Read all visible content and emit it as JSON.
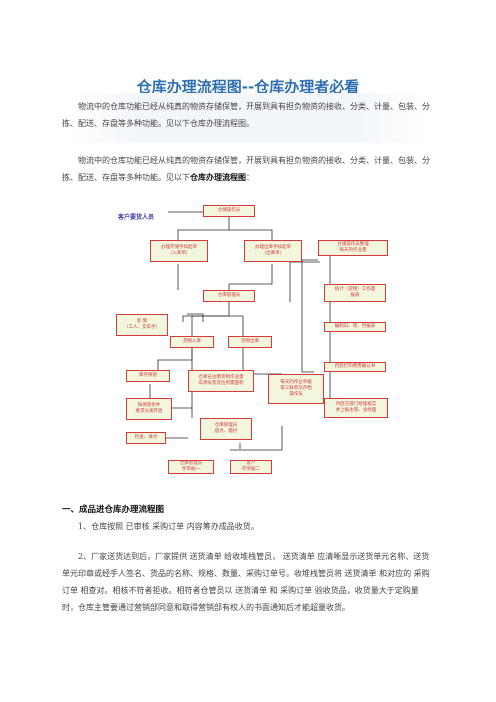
{
  "title": "仓库办理流程图--仓库办理者必看",
  "intro": "物流中的仓库功能已经从纯真的物资存储保管，开展到具有担负物资的接收、分类、计量、包装、分拣、配送、存盘等多种功能。见以下仓库办理流程图。",
  "para_text": "物流中的仓库功能已经从纯真的物资存储保管，开展到具有担负物资的接收、分类、计量、包装、分拣、配送、存盘等多种功能。见以下",
  "para_bold": "仓库办理流程图",
  "para_end": "：",
  "flowchart": {
    "customer_label": "客户要货人员",
    "boxes": {
      "ops_staff": "仓储操作员",
      "inbound_form": "办理存储手续起单\n（入库单）",
      "outbound_form": "办理出库手续起单\n（出库单）",
      "warehouse_keeper": "仓库管理员",
      "unload": "装 卸\n（工人、叉车手）",
      "goods_in": "货物入库",
      "goods_out": "货物出库",
      "storage": "库存保管",
      "assign_loc": "仓库员注明货物作业量\n车牌号及货位所需面积",
      "provide_storage": "按保管条件\n要求分类存放",
      "keeper_check": "仓库管理员\n盘点、稽付",
      "check_clean": "检查、清点",
      "card_save": "仓库管理员\n存单据一",
      "order_pick": "每天的作业单据\n第三联单交存档\n操作员",
      "customer_copy": "客户\n存单据二",
      "ops_daily": "仓储操作员整理\n每天的作业量",
      "stats": "统计（货物）工作量\n报表",
      "weekly": "编制日、周、月报表",
      "monthly_print": "月底打印费用确认书",
      "finance": "月底交部门经理核实\n并上报主管、总经理"
    }
  },
  "section_heading": "一、成品进仓库办理流程图",
  "item1": "1、仓库按照 已审核 采购订单 内容筹办成品收货。",
  "item2": "2、厂家送货达到后，厂家提供 送货清单 给收堆栈管员， 送货清单 应清晰显示送货单元名称、送货单元印章或经手人签名、货品的名称、规格、数量、采购订单号。收堆栈管员将 送货清单 和对应的 采购订单 相查对。相核不符者拒收。相符者仓管员以 送货清单 和 采购订单 验收货品，收货量大于定购量时，仓库主管要通过营销部同意和取得营销部有权人的书面通知后才能超量收货。"
}
